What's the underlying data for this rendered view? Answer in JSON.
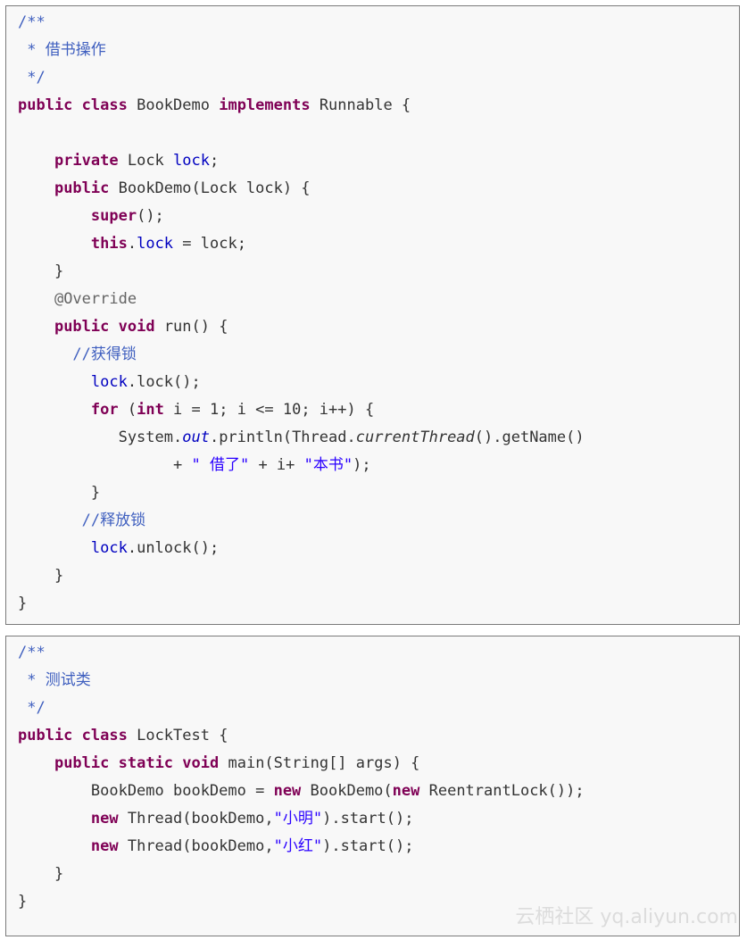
{
  "colors": {
    "keyword": "#7f0055",
    "field": "#0000c0",
    "comment": "#3f5fbf",
    "string": "#2a00ff",
    "annotation": "#646464",
    "plain": "#333333",
    "background": "#f8f8f8"
  },
  "block1": {
    "lines": [
      [
        {
          "t": "/**",
          "c": "cm"
        }
      ],
      [
        {
          "t": " * ",
          "c": "cm"
        },
        {
          "t": "借书操作",
          "c": "cm cjk"
        }
      ],
      [
        {
          "t": " */",
          "c": "cm"
        }
      ],
      [
        {
          "t": "public",
          "c": "kw"
        },
        {
          "t": " "
        },
        {
          "t": "class",
          "c": "kw"
        },
        {
          "t": " BookDemo "
        },
        {
          "t": "implements",
          "c": "kw"
        },
        {
          "t": " Runnable {"
        }
      ],
      [],
      [
        {
          "t": "    "
        },
        {
          "t": "private",
          "c": "kw"
        },
        {
          "t": " Lock "
        },
        {
          "t": "lock",
          "c": "field"
        },
        {
          "t": ";"
        }
      ],
      [
        {
          "t": "    "
        },
        {
          "t": "public",
          "c": "kw"
        },
        {
          "t": " BookDemo(Lock lock) {"
        }
      ],
      [
        {
          "t": "        "
        },
        {
          "t": "super",
          "c": "kw"
        },
        {
          "t": "();"
        }
      ],
      [
        {
          "t": "        "
        },
        {
          "t": "this",
          "c": "kw"
        },
        {
          "t": "."
        },
        {
          "t": "lock",
          "c": "field"
        },
        {
          "t": " = lock;"
        }
      ],
      [
        {
          "t": "    }"
        }
      ],
      [
        {
          "t": "    "
        },
        {
          "t": "@Override",
          "c": "ann"
        }
      ],
      [
        {
          "t": "    "
        },
        {
          "t": "public",
          "c": "kw"
        },
        {
          "t": " "
        },
        {
          "t": "void",
          "c": "kw"
        },
        {
          "t": " run() {"
        }
      ],
      [
        {
          "t": "      "
        },
        {
          "t": "//",
          "c": "cm"
        },
        {
          "t": "获得锁",
          "c": "cm cjk"
        }
      ],
      [
        {
          "t": "        "
        },
        {
          "t": "lock",
          "c": "field"
        },
        {
          "t": ".lock();"
        }
      ],
      [
        {
          "t": "        "
        },
        {
          "t": "for",
          "c": "kw"
        },
        {
          "t": " ("
        },
        {
          "t": "int",
          "c": "kw"
        },
        {
          "t": " i = 1; i <= 10; i++) {"
        }
      ],
      [
        {
          "t": "           System."
        },
        {
          "t": "out",
          "c": "itfield"
        },
        {
          "t": ".println(Thread."
        },
        {
          "t": "currentThread",
          "c": "it"
        },
        {
          "t": "().getName()"
        }
      ],
      [
        {
          "t": "                 + "
        },
        {
          "t": "\" ",
          "c": "str"
        },
        {
          "t": "借了",
          "c": "str cjk"
        },
        {
          "t": "\"",
          "c": "str"
        },
        {
          "t": " + i+ "
        },
        {
          "t": "\"",
          "c": "str"
        },
        {
          "t": "本书",
          "c": "str cjk"
        },
        {
          "t": "\"",
          "c": "str"
        },
        {
          "t": ");"
        }
      ],
      [
        {
          "t": "        }"
        }
      ],
      [
        {
          "t": "       "
        },
        {
          "t": "//",
          "c": "cm"
        },
        {
          "t": "释放锁",
          "c": "cm cjk"
        }
      ],
      [
        {
          "t": "        "
        },
        {
          "t": "lock",
          "c": "field"
        },
        {
          "t": ".unlock();"
        }
      ],
      [
        {
          "t": "    }"
        }
      ],
      [
        {
          "t": "}"
        }
      ]
    ]
  },
  "block2": {
    "lines": [
      [
        {
          "t": "/**",
          "c": "cm"
        }
      ],
      [
        {
          "t": " * ",
          "c": "cm"
        },
        {
          "t": "测试类",
          "c": "cm cjk"
        }
      ],
      [
        {
          "t": " */",
          "c": "cm"
        }
      ],
      [
        {
          "t": "public",
          "c": "kw"
        },
        {
          "t": " "
        },
        {
          "t": "class",
          "c": "kw"
        },
        {
          "t": " LockTest {"
        }
      ],
      [
        {
          "t": "    "
        },
        {
          "t": "public",
          "c": "kw"
        },
        {
          "t": " "
        },
        {
          "t": "static",
          "c": "kw"
        },
        {
          "t": " "
        },
        {
          "t": "void",
          "c": "kw"
        },
        {
          "t": " main(String[] args) {"
        }
      ],
      [
        {
          "t": "        BookDemo bookDemo = "
        },
        {
          "t": "new",
          "c": "kw"
        },
        {
          "t": " BookDemo("
        },
        {
          "t": "new",
          "c": "kw"
        },
        {
          "t": " ReentrantLock());"
        }
      ],
      [
        {
          "t": "        "
        },
        {
          "t": "new",
          "c": "kw"
        },
        {
          "t": " Thread(bookDemo,"
        },
        {
          "t": "\"",
          "c": "str"
        },
        {
          "t": "小明",
          "c": "str cjk"
        },
        {
          "t": "\"",
          "c": "str"
        },
        {
          "t": ").start();"
        }
      ],
      [
        {
          "t": "        "
        },
        {
          "t": "new",
          "c": "kw"
        },
        {
          "t": " Thread(bookDemo,"
        },
        {
          "t": "\"",
          "c": "str"
        },
        {
          "t": "小红",
          "c": "str cjk"
        },
        {
          "t": "\"",
          "c": "str"
        },
        {
          "t": ").start();"
        }
      ],
      [
        {
          "t": "    }"
        }
      ],
      [
        {
          "t": "}"
        }
      ]
    ]
  },
  "watermark": "云栖社区 yq.aliyun.com"
}
